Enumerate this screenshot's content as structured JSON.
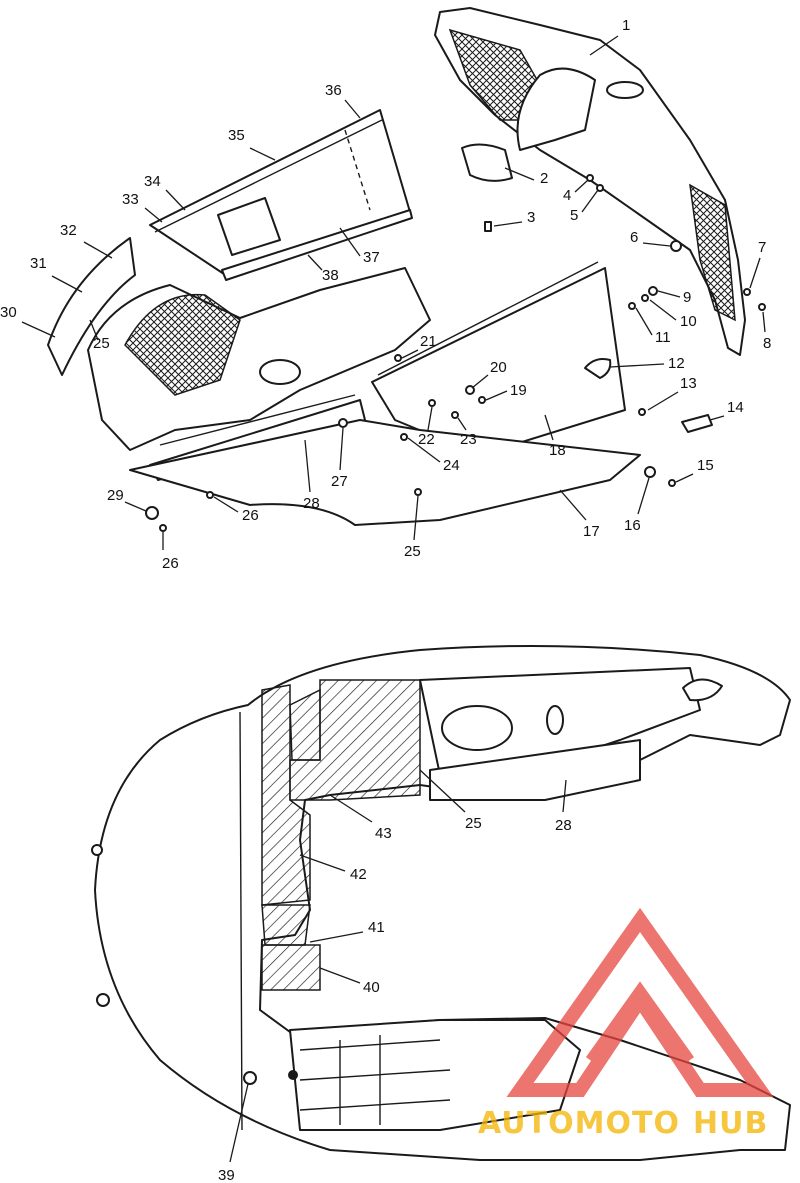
{
  "callouts": [
    "1",
    "2",
    "3",
    "4",
    "5",
    "6",
    "7",
    "8",
    "9",
    "10",
    "11",
    "12",
    "13",
    "14",
    "15",
    "16",
    "17",
    "18",
    "19",
    "20",
    "21",
    "22",
    "23",
    "24",
    "25",
    "26",
    "26",
    "27",
    "28",
    "29",
    "30",
    "31",
    "32",
    "33",
    "34",
    "35",
    "36",
    "37",
    "38",
    "25",
    "28",
    "39",
    "40",
    "41",
    "42",
    "43",
    "25"
  ],
  "watermark": {
    "text": "AUTOMOTO",
    "text_suffix": "HUB",
    "color_text": "#f5b400",
    "color_logo": "#e8473f"
  }
}
